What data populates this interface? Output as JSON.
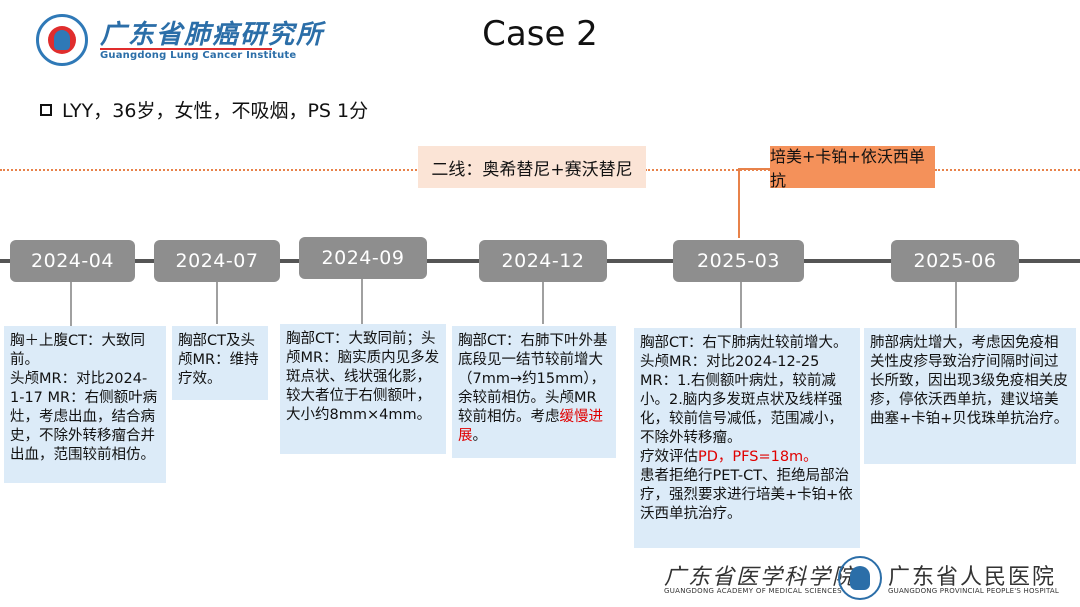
{
  "header": {
    "logo_cn": "广东省肺癌研究所",
    "logo_en": "Guangdong Lung Cancer Institute",
    "title": "Case 2",
    "patient": "LYY，36岁，女性，不吸烟，PS 1分"
  },
  "therapy": {
    "line2": "二线：奥希替尼+赛沃替尼",
    "line3": "培美+卡铂+依沃西单抗"
  },
  "timeline": [
    {
      "date": "2024-04"
    },
    {
      "date": "2024-07"
    },
    {
      "date": "2024-09"
    },
    {
      "date": "2024-12"
    },
    {
      "date": "2025-03"
    },
    {
      "date": "2025-06"
    }
  ],
  "notes": {
    "n0": "胸＋上腹CT：大致同前。\n头颅MR：对比2024-1-17 MR：右侧额叶病灶，考虑出血，结合病史，不除外转移瘤合并出血，范围较前相仿。",
    "n1": "胸部CT及头颅MR：维持疗效。",
    "n2": "胸部CT：大致同前；头颅MR：脑实质内见多发斑点状、线状强化影，较大者位于右侧额叶，大小约8mm×4mm。",
    "n3_a": "胸部CT：右肺下叶外基底段见一结节较前增大（7mm→约15mm），余较前相仿。头颅MR较前相仿。考虑",
    "n3_red": "缓慢进展",
    "n3_b": "。",
    "n4_a": "胸部CT：右下肺病灶较前增大。头颅MR：对比2024-12-25 MR：1.右侧额叶病灶，较前减小。2.脑内多发斑点状及线样强化，较前信号减低，范围减小，不除外转移瘤。\n疗效评估",
    "n4_red": "PD，PFS=18m。",
    "n4_b": "\n患者拒绝行PET-CT、拒绝局部治疗，强烈要求进行培美+卡铂+依沃西单抗治疗。",
    "n5": "肺部病灶增大，考虑因免疫相关性皮疹导致治疗间隔时间过长所致，因出现3级免疫相关皮疹，停依沃西单抗，建议培美曲塞+卡铂+贝伐珠单抗治疗。"
  },
  "footer": {
    "left_cn": "广东省医学科学院",
    "left_en": "GUANGDONG ACADEMY OF MEDICAL SCIENCES",
    "right_cn": "广东省人民医院",
    "right_en": "GUANGDONG PROVINCIAL PEOPLE'S HOSPITAL"
  }
}
